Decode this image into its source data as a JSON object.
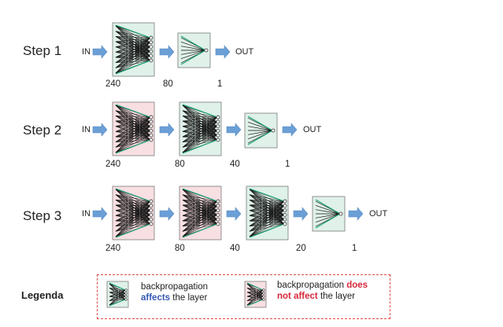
{
  "steps": [
    {
      "label": "Step 1",
      "in": "IN",
      "out": "OUT",
      "sizes": [
        "240",
        "80",
        "1"
      ]
    },
    {
      "label": "Step 2",
      "in": "IN",
      "out": "OUT",
      "sizes": [
        "240",
        "80",
        "40",
        "1"
      ]
    },
    {
      "label": "Step 3",
      "in": "IN",
      "out": "OUT",
      "sizes": [
        "240",
        "80",
        "40",
        "20",
        "1"
      ]
    }
  ],
  "legend": {
    "title": "Legenda",
    "affects": {
      "line1": "backpropagation",
      "word": "affects",
      "rest": " the layer"
    },
    "not_affect": {
      "line1a": "backpropagation ",
      "word1": "does",
      "word2": "not affect",
      "rest": " the layer"
    }
  },
  "colors": {
    "green_layer": "#dff1e8",
    "pink_layer": "#f8dfe2",
    "arrow": "#6b9fd6",
    "legend_border": "#e2474a",
    "affects": "#3558b6",
    "not_affect": "#d6283a"
  }
}
